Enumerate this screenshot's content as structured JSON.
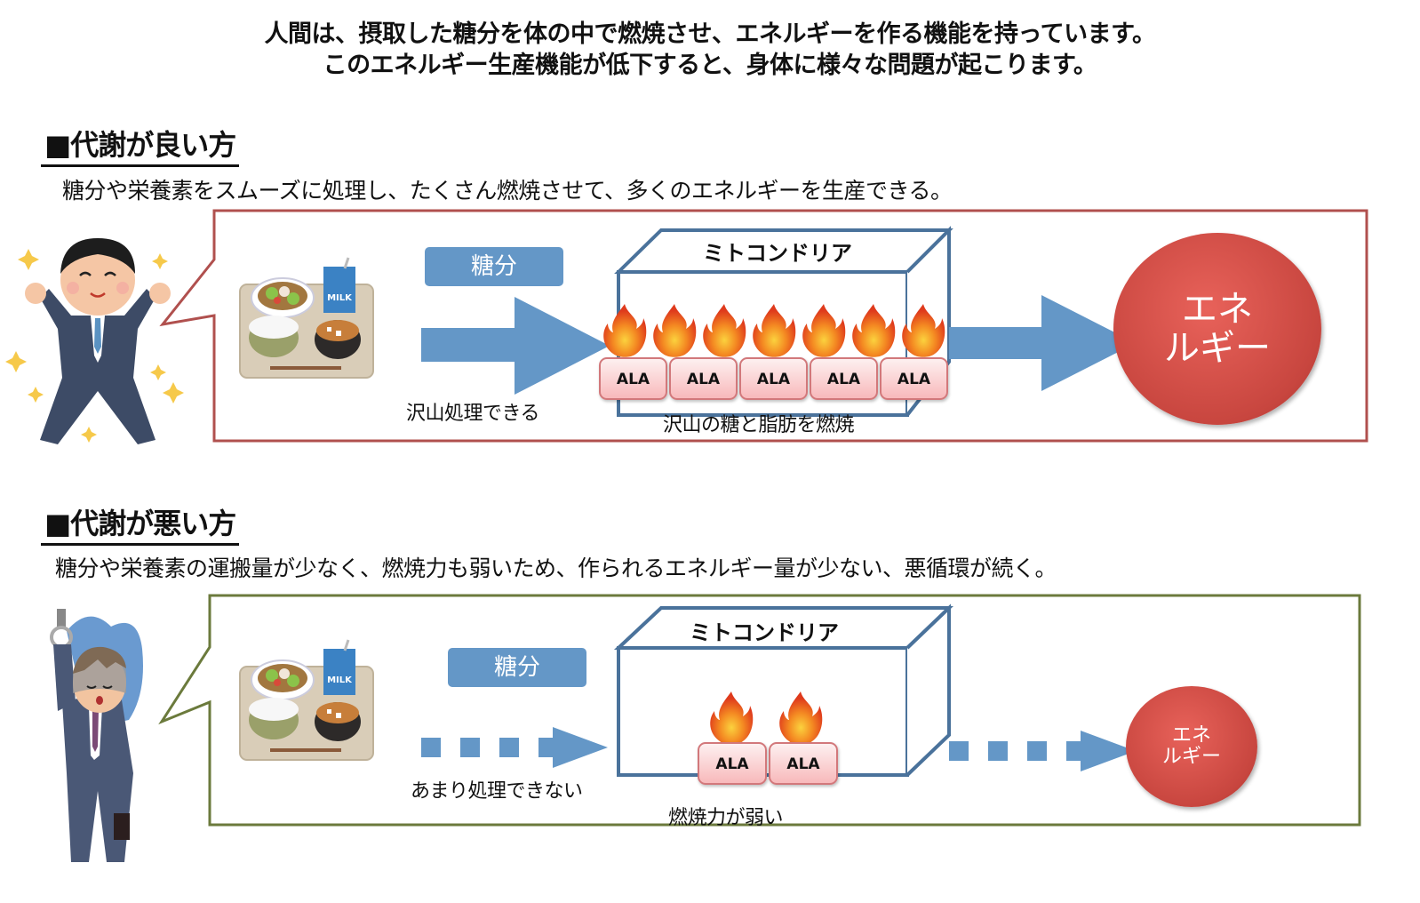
{
  "intro": {
    "line1": "人間は、摂取した糖分を体の中で燃焼させ、エネルギーを作る機能を持っています。",
    "line2": "このエネルギー生産機能が低下すると、身体に様々な問題が起こります。"
  },
  "good": {
    "title": "■代謝が良い方",
    "description": "糖分や栄養素をスムーズに処理し、たくさん燃焼させて、多くのエネルギーを生産できる。",
    "sugar_label": "糖分",
    "arrow_caption": "沢山処理できる",
    "mitochondria_label": "ミトコンドリア",
    "ala_labels": [
      "ALA",
      "ALA",
      "ALA",
      "ALA",
      "ALA"
    ],
    "flame_count": 7,
    "burn_caption": "沢山の糖と脂肪を燃焼",
    "energy_line1": "エネ",
    "energy_line2": "ルギー",
    "milk_label": "MILK",
    "frame_color": "#b0504e"
  },
  "bad": {
    "title": "■代謝が悪い方",
    "description": "糖分や栄養素の運搬量が少なく、燃焼力も弱いため、作られるエネルギー量が少ない、悪循環が続く。",
    "sugar_label": "糖分",
    "arrow_caption": "あまり処理できない",
    "mitochondria_label": "ミトコンドリア",
    "ala_labels": [
      "ALA",
      "ALA"
    ],
    "flame_count": 2,
    "burn_caption": "燃焼力が弱い",
    "energy_line1": "エネ",
    "energy_line2": "ルギー",
    "milk_label": "MILK",
    "frame_color": "#6b7a3c"
  },
  "colors": {
    "arrow_blue": "#6497c7",
    "box_outline": "#4a729b",
    "ala_border": "#d2787b",
    "energy_red": "#d4534b"
  }
}
